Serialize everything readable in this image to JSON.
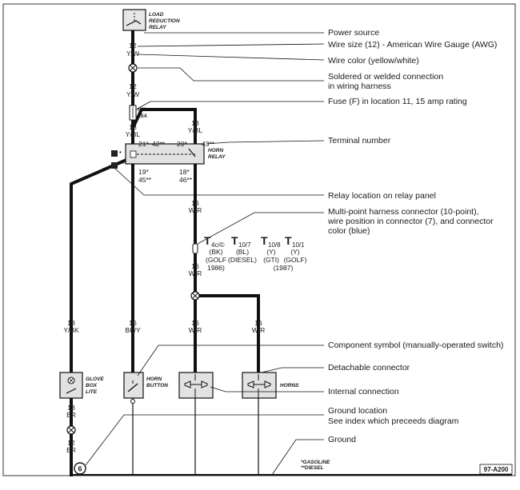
{
  "components": {
    "load_reduction_relay": [
      "LOAD",
      "REDUCTION",
      "RELAY"
    ],
    "fuse": [
      "F11-",
      "15A"
    ],
    "horn_relay": [
      "HORN",
      "RELAY"
    ],
    "glove_box_lite": [
      "GLOVE",
      "BOX",
      "LITE"
    ],
    "horn_button": [
      "HORN",
      "BUTTON"
    ],
    "horns": "HORNS",
    "ground_point": "6",
    "relay_location_markers": [
      "•",
      "**"
    ]
  },
  "wires": {
    "main_upper": {
      "size": "12",
      "color": "Y/W"
    },
    "main_lower": {
      "size": "12",
      "color": "Y/W"
    },
    "fuse_out": {
      "size": "18",
      "color": "Y/BL"
    },
    "relay_feed": {
      "size": "18",
      "color": "Y/BL"
    },
    "relay_out": {
      "size": "16",
      "color": "W/R"
    },
    "after_connector": {
      "size": "16",
      "color": "W/R"
    },
    "glove_box": {
      "size": "18",
      "color": "Y/BK"
    },
    "horn_button": {
      "size": "16",
      "color": "BK/Y"
    },
    "horn1": {
      "size": "16",
      "color": "W/R"
    },
    "horn2": {
      "size": "16",
      "color": "W/R"
    },
    "ground_a": {
      "size": "18",
      "color": "BR"
    },
    "ground_b": {
      "size": "12",
      "color": "BR"
    }
  },
  "terminals": {
    "t21": "21*",
    "t42": "42**",
    "t20": "20*",
    "t43": "43**",
    "t19": "19*",
    "t45": "45**",
    "t18": "18*",
    "t46": "46**"
  },
  "connectors": [
    {
      "main": "T",
      "sub": "4c/©",
      "color": "(BK)",
      "note": [
        "(GOLF",
        "1986)"
      ]
    },
    {
      "main": "T",
      "sub": "10/7",
      "color": "(BL)",
      "note": [
        "(DIESEL)"
      ]
    },
    {
      "main": "T",
      "sub": "10/8",
      "color": "(Y)",
      "note": [
        "(GTI)"
      ]
    },
    {
      "main": "T",
      "sub": "10/1",
      "color": "(Y)",
      "note": [
        "(GOLF)"
      ]
    }
  ],
  "connector_year": "(1987)",
  "legend": {
    "gasoline": "*GASOLINE",
    "diesel": "**DIESEL"
  },
  "callouts": {
    "power_source": "Power source",
    "wire_size": "Wire size (12) - American Wire Gauge (AWG)",
    "wire_color": "Wire color (yellow/white)",
    "soldered": [
      "Soldered or welded connection",
      "in wiring harness"
    ],
    "fuse": "Fuse (F) in location 11,  15 amp rating",
    "terminal": "Terminal number",
    "relay_location": "Relay location on relay panel",
    "multipoint": [
      "Multi-point harness connector (10-point),",
      "wire position in connector (7), and connector",
      "color (blue)"
    ],
    "component_symbol": "Component symbol (manually-operated switch)",
    "detachable": "Detachable connector",
    "internal": "Internal connection",
    "ground_location": [
      "Ground location",
      "See index which preceeds diagram"
    ],
    "ground": "Ground"
  },
  "figure_id": "97-A200"
}
